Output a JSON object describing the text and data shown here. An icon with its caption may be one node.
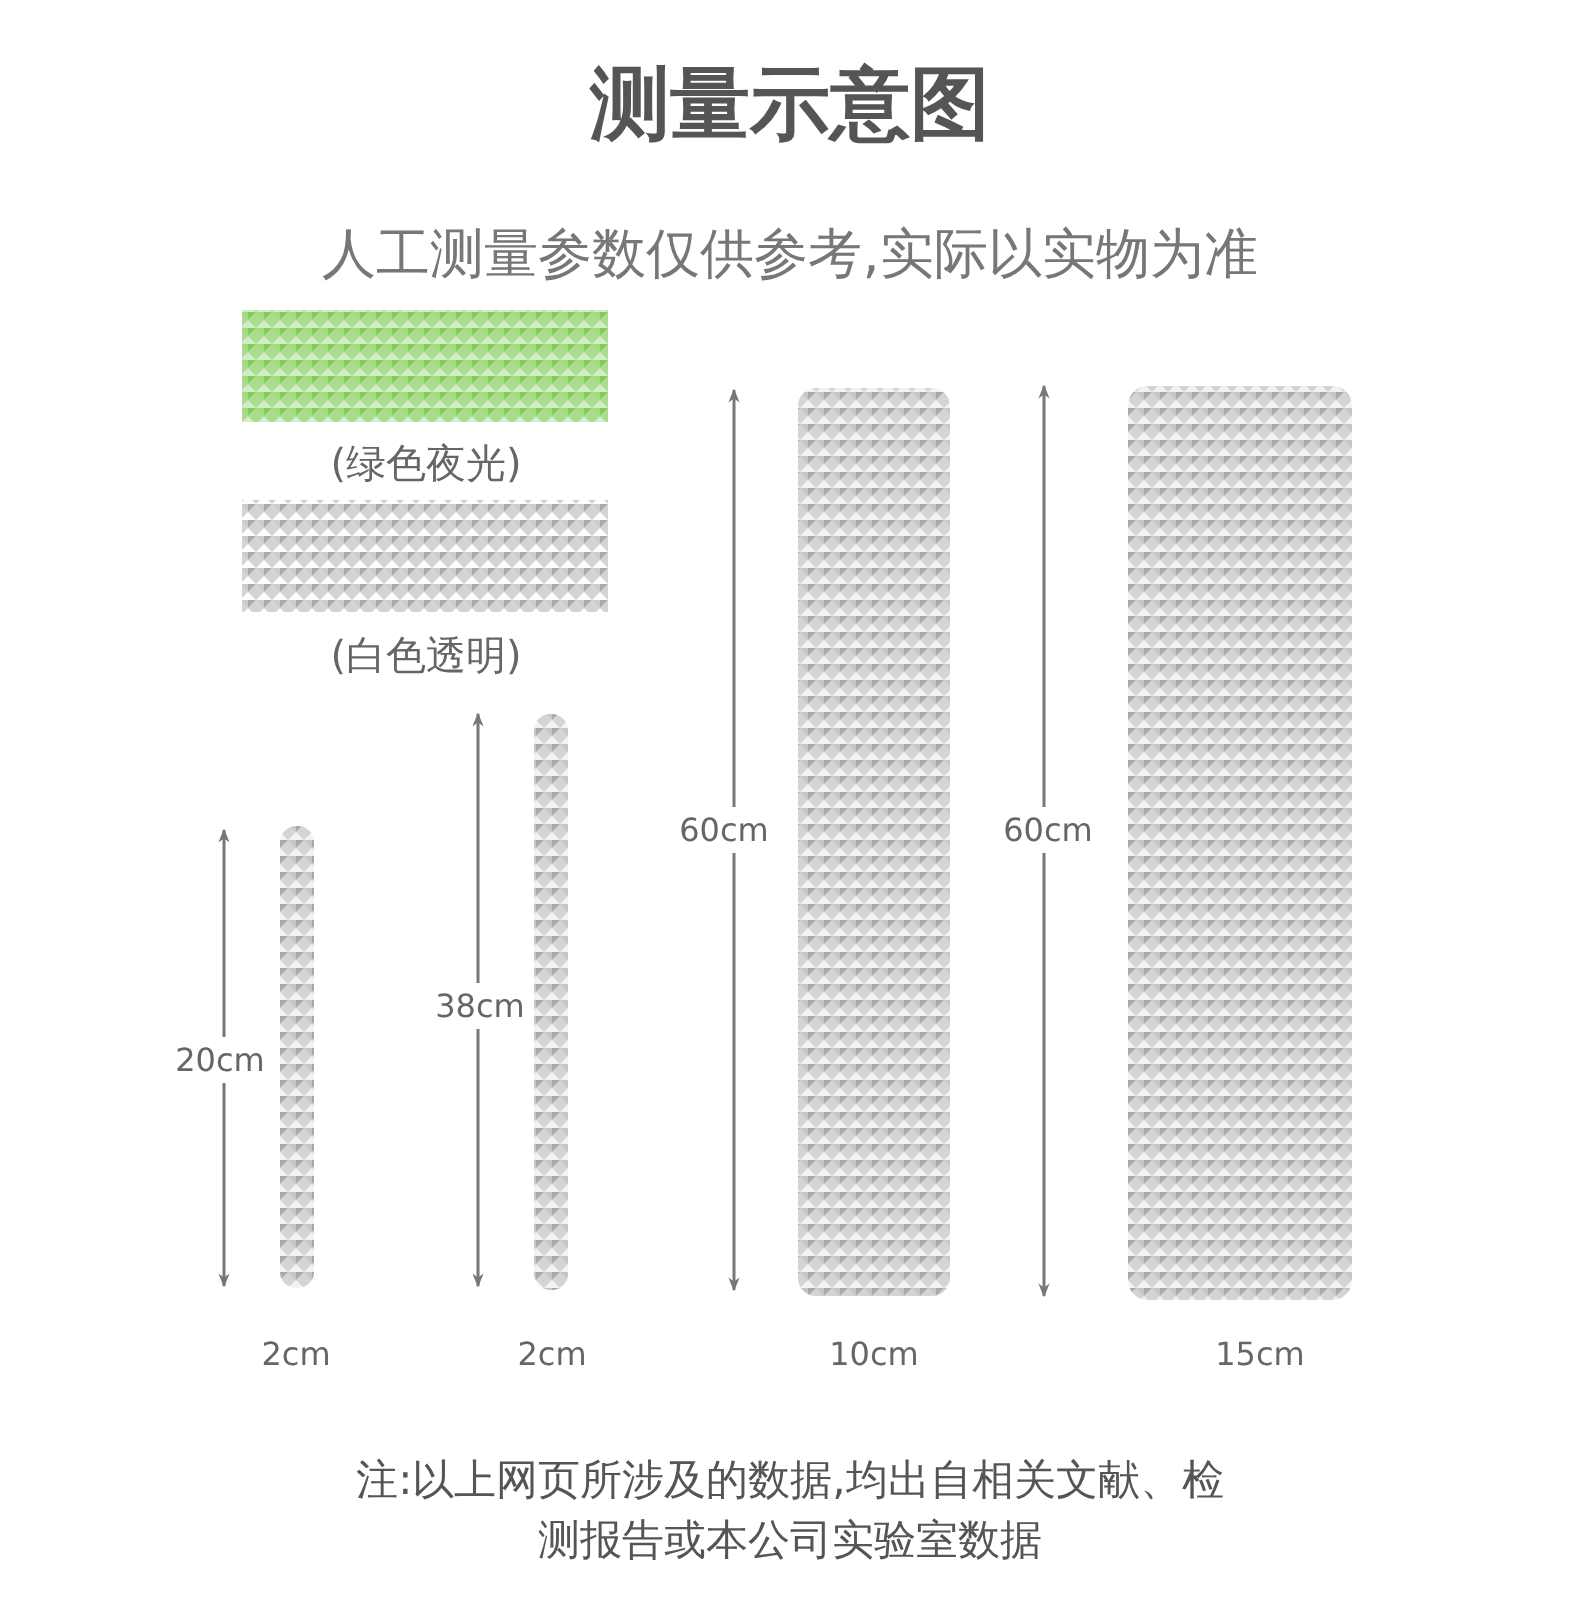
{
  "diagram": {
    "title": "测量示意图",
    "labels": [
      "人工测量参数仅供参考,实际以实物为准",
      "60cm",
      "60cm",
      "38cm",
      "20cm",
      "2cm",
      "2cm",
      "10cm",
      "15cm",
      "注:以上网页所涉及的数据,均出自相关文献、检测报告或本公司实验室数据"
    ],
    "legend": [
      {
        "text": "(绿色夜光)",
        "color": "#a9dc8e"
      },
      {
        "text": "(白色透明)",
        "color": "#d4d4d4"
      }
    ]
  }
}
